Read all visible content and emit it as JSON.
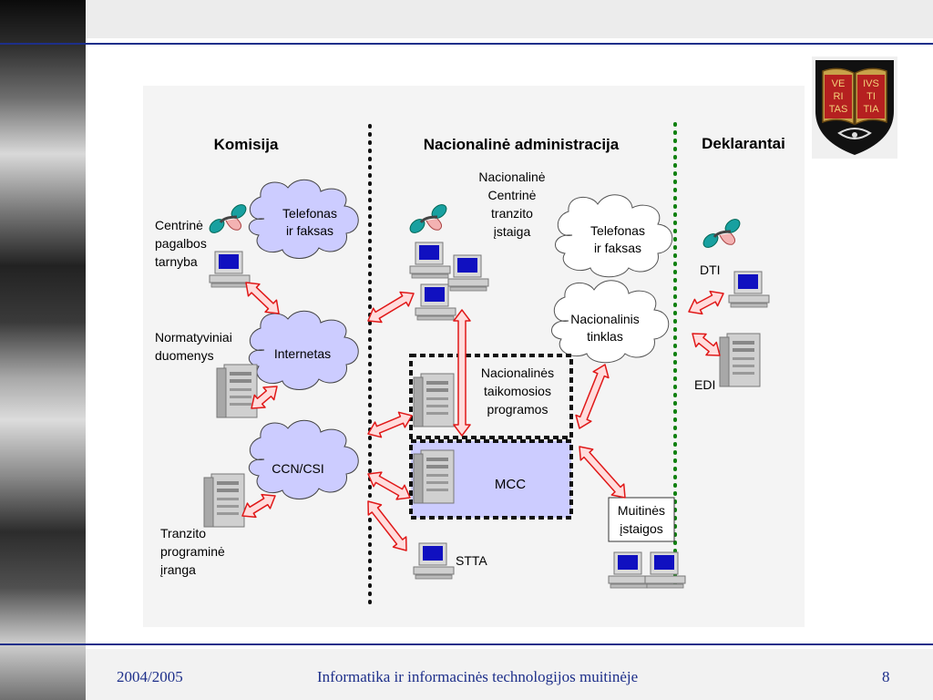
{
  "headers": {
    "komisija": "Komisija",
    "nacionaline": "Nacionalinė administracija",
    "deklarantai": "Deklarantai"
  },
  "labels": {
    "centrine": [
      "Centrinė",
      "pagalbos",
      "tarnyba"
    ],
    "normatyviniai": [
      "Normatyviniai",
      "duomenys"
    ],
    "tranzito": [
      "Tranzito",
      "programinė",
      "įranga"
    ],
    "nac_centrine": [
      "Nacionalinė",
      "Centrinė",
      "tranzito",
      "įstaiga"
    ],
    "nac_taikomosios": [
      "Nacionalinės",
      "taikomosios",
      "programos"
    ],
    "dti": "DTI",
    "edi": "EDI",
    "stta": "STTA",
    "mcc": "MCC",
    "muitines": [
      "Muitinės",
      "įstaigos"
    ]
  },
  "clouds": {
    "telefonas1": [
      "Telefonas",
      "ir faksas"
    ],
    "internetas": "Internetas",
    "ccn": "CCN/CSI",
    "telefonas2": [
      "Telefonas",
      "ir faksas"
    ],
    "nac_tinklas": [
      "Nacionalinis",
      "tinklas"
    ]
  },
  "crest": {
    "left_page": [
      "VE",
      "RI",
      "TAS"
    ],
    "right_page": [
      "IVS",
      "TI",
      "TIA"
    ]
  },
  "footer": {
    "year": "2004/2005",
    "title": "Informatika ir informacinės technologijos muitinėje",
    "page": "8"
  },
  "colors": {
    "accent": "#1d2f8a",
    "cloud_purple": "#ccccff",
    "mcc_box": "#ccccff",
    "arrow_fill": "#ffdcdc",
    "arrow_stroke": "#e01818",
    "divider_green": "#108010"
  }
}
